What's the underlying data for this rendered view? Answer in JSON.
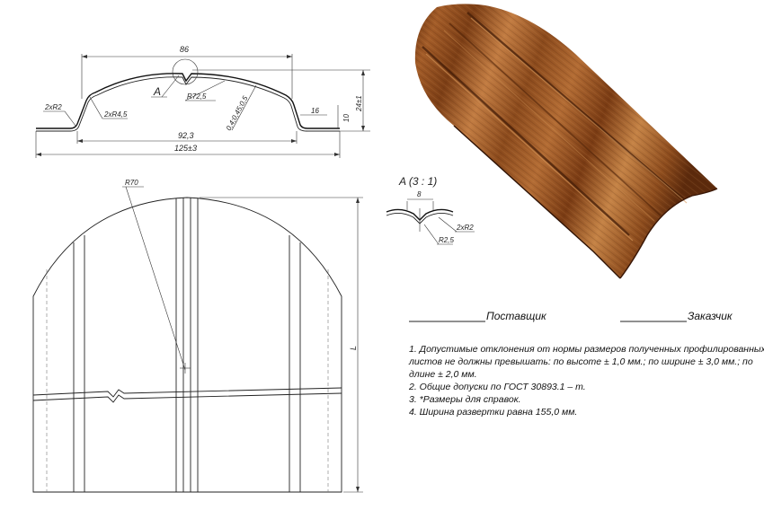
{
  "profile_dims": {
    "width_top": "86",
    "width_mid": "92,3",
    "width_total": "125±3",
    "bend_r2": "2xR2",
    "bend_r45": "2xR4,5",
    "arc_r": "R72,5",
    "thickness": "0,4;0,45;0,5",
    "flange": "16",
    "step": "10",
    "height": "24±1",
    "detail_ref": "A"
  },
  "detail": {
    "title": "A  (3 : 1)",
    "width": "8",
    "r2": "2xR2",
    "r25": "R2,5"
  },
  "plan": {
    "radius": "R70",
    "length": "L"
  },
  "signatures": {
    "supplier": "Поставщик",
    "customer": "Заказчик"
  },
  "notes": [
    "1. Допустимые отклонения от нормы размеров полученных профилированных",
    "листов не должны превышать: по высоте ± 1,0 мм.; по ширине ± 3,0 мм.; по",
    "длине ± 2,0 мм.",
    "2. Общие допуски по ГОСТ 30893.1 – т.",
    "3. *Размеры для справок.",
    "4. Ширина развертки равна 155,0 мм."
  ],
  "colors": {
    "wood_light": "#c07a40",
    "wood_mid": "#9a5525",
    "wood_dark": "#5e2c0e"
  }
}
